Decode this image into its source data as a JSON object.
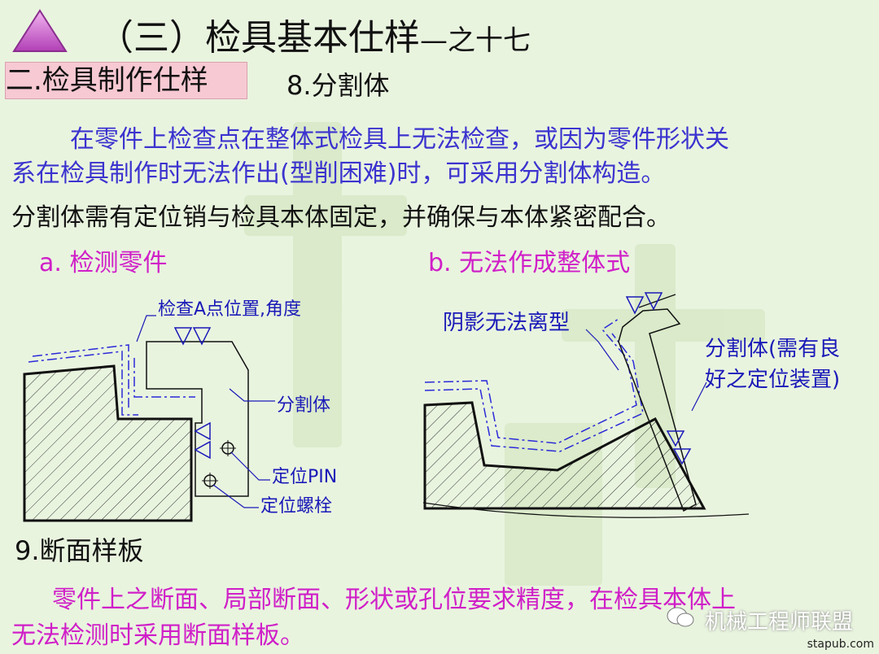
{
  "slide": {
    "title": "（三）检具基本仕样",
    "title_suffix": "—之十七",
    "section_label": "二.检具制作仕样",
    "subsection": "8.分割体",
    "para1_line1": "在零件上检查点在整体式检具上无法检查，或因为零件形状关",
    "para1_line2": "系在检具制作时无法作出(型削困难)时，可采用分割体构造。",
    "para2": "分割体需有定位销与检具本体固定，并确保与本体紧密配合。",
    "fig_a_label": "a. 检测零件",
    "fig_b_label": "b. 无法作成整体式",
    "section9": "9.断面样板",
    "para3_line1": "零件上之断面、局部断面、形状或孔位要求精度，在检具本体上",
    "para3_line2": "无法检测时采用断面样板。",
    "watermark": "机械工程师联盟",
    "source": "stapub.com"
  },
  "diagram_a": {
    "callout_check": "检查A点位置,角度",
    "callout_split": "分割体",
    "callout_pin": "定位PIN",
    "callout_bolt": "定位螺栓"
  },
  "diagram_b": {
    "callout_shadow": "阴影无法离型",
    "callout_split_line1": "分割体(需有良",
    "callout_split_line2": "好之定位装置)"
  },
  "colors": {
    "background": "#e9f4df",
    "blue_text": "#3b33cf",
    "magenta_text": "#d01fc8",
    "section_bg": "#f7c9d3",
    "triangle": "#cc66cc"
  },
  "icons": {
    "title_marker": "triangle-icon",
    "watermark": "wechat-icon"
  }
}
